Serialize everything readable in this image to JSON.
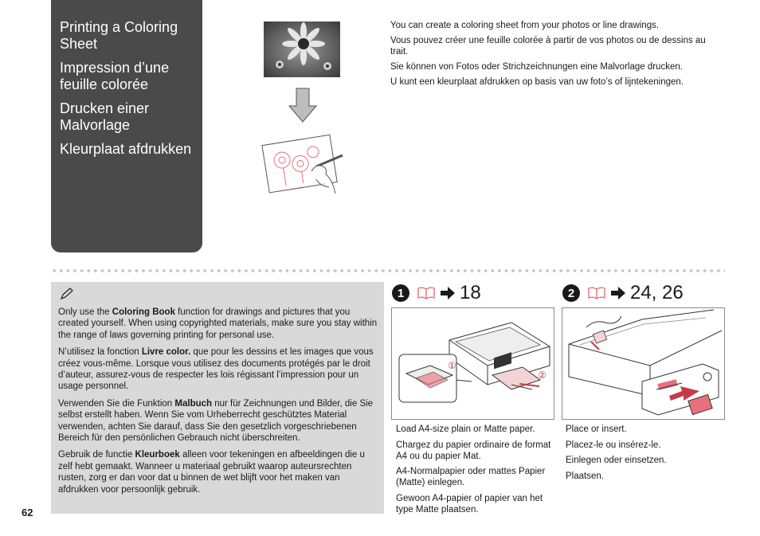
{
  "page_number": "62",
  "sidebar": {
    "titles": [
      "Printing a Coloring Sheet",
      "Impression d’une feuille colorée",
      "Drucken einer Malvorlage",
      "Kleurplaat afdrukken"
    ]
  },
  "intro": [
    "You can create a coloring sheet from your photos or line drawings.",
    "Vous pouvez créer une feuille colorée à partir de vos photos ou de dessins au trait.",
    "Sie können von Fotos oder Strichzeichnungen eine Malvorlage drucken.",
    "U kunt een kleurplaat afdrukken op basis van uw foto’s of lijntekeningen."
  ],
  "note": {
    "icon": "pencil-note-icon",
    "paragraphs": [
      {
        "before": "Only use the ",
        "bold": "Coloring Book",
        "after": " function for drawings and pictures that you created yourself. When using copyrighted materials, make sure you stay within the range of laws governing printing for personal use."
      },
      {
        "before": "N’utilisez la fonction ",
        "bold": "Livre color.",
        "after": " que pour les dessins et les images que vous créez vous-même. Lorsque vous utilisez des documents protégés par le droit d’auteur, assurez-vous de respecter les lois régissant l’impression pour un usage personnel."
      },
      {
        "before": "Verwenden Sie die Funktion ",
        "bold": "Malbuch",
        "after": " nur für Zeichnungen und Bilder, die Sie selbst erstellt haben. Wenn Sie vom Urheberrecht geschütztes Material verwenden, achten Sie darauf, dass Sie den gesetzlich vorgeschriebenen Bereich für den persönlichen Gebrauch nicht überschreiten."
      },
      {
        "before": "Gebruik de functie ",
        "bold": "Kleurboek",
        "after": " alleen voor tekeningen en afbeeldingen die u zelf hebt gemaakt. Wanneer u materiaal gebruikt waarop auteursrechten rusten, zorg er dan voor dat u binnen de wet blijft voor het maken van afdrukken voor persoonlijk gebruik."
      }
    ]
  },
  "steps": [
    {
      "number": "1",
      "ref": "18",
      "callouts": [
        "①",
        "②"
      ],
      "lines": [
        "Load A4-size plain or Matte paper.",
        "Chargez du papier ordinaire de format A4 ou du papier Mat.",
        "A4-Normalpapier oder mattes Papier (Matte) einlegen.",
        "Gewoon A4-papier of papier van het type Matte plaatsen."
      ]
    },
    {
      "number": "2",
      "ref": "24, 26",
      "lines": [
        "Place or insert.",
        "Placez-le ou insérez-le.",
        "Einlegen oder einsetzen.",
        "Plaatsen."
      ]
    }
  ],
  "colors": {
    "sidebar_bg": "#4a4a4a",
    "note_bg": "#d9d9d9",
    "accent_pink": "#e8707a"
  }
}
